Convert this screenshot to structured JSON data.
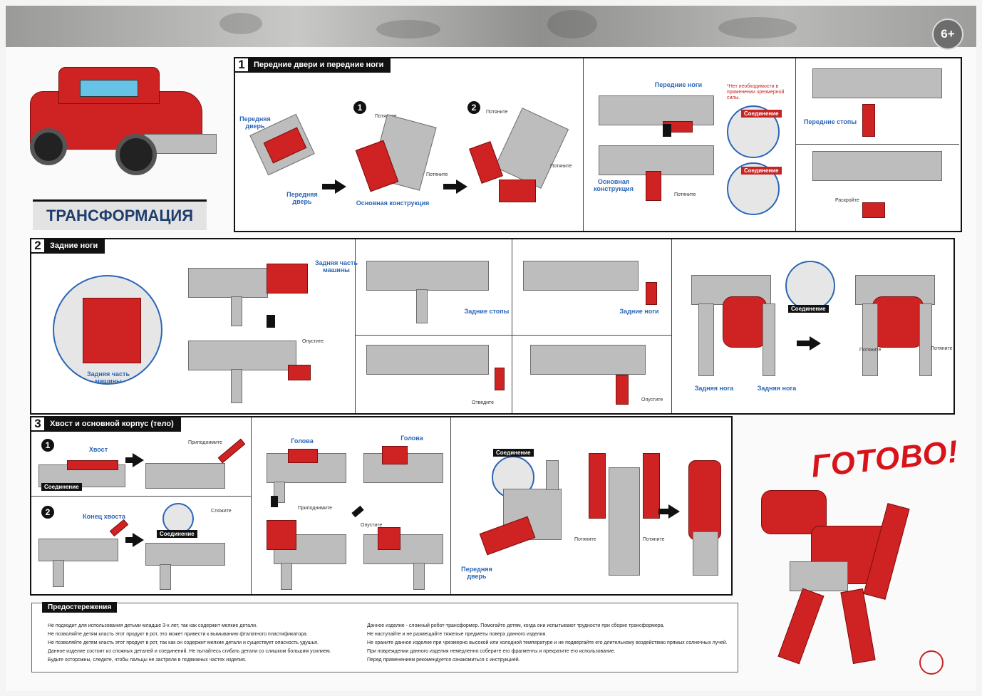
{
  "age_badge": "6+",
  "title": "ТРАНСФОРМАЦИЯ",
  "ready": "ГОТОВО!",
  "step1": {
    "num": "1",
    "title": "Передние двери и передние ноги",
    "labels": {
      "front_door_a": "Передняя дверь",
      "front_door_b": "Передняя дверь",
      "main_structure": "Основная конструкция",
      "pull_1": "Потяните",
      "pull_2": "Потяните",
      "pull_3": "Потяните",
      "pull_4": "Потяните",
      "front_legs": "Передние ноги",
      "note": "*Нет необходимости в применении чрезмерной силы.",
      "connection_1": "Соединение",
      "connection_2": "Соединение",
      "main_structure_2": "Основная конструкция",
      "pull_5": "Потяните",
      "front_feet": "Передние стопы",
      "unfold": "Раскройте"
    },
    "badges": [
      "1",
      "2"
    ]
  },
  "step2": {
    "num": "2",
    "title": "Задние ноги",
    "labels": {
      "rear_part_a": "Задняя часть машины",
      "rear_part_b": "Задняя часть машины",
      "lower": "Опустите",
      "rear_feet": "Задние стопы",
      "move_aside": "Отведите",
      "rear_legs": "Задние ноги",
      "lower_2": "Опустите",
      "connection": "Соединение",
      "pull_a": "Потяните",
      "pull_b": "Потяните",
      "rear_leg_a": "Задняя нога",
      "rear_leg_b": "Задняя нога"
    }
  },
  "step3": {
    "num": "3",
    "title": "Хвост и основной корпус (тело)",
    "badges": [
      "1",
      "2"
    ],
    "labels": {
      "tail": "Хвост",
      "connection_1": "Соединение",
      "lift": "Приподнимите",
      "tail_end": "Конец хвоста",
      "connection_2": "Соединение",
      "fold": "Сложите",
      "head_1": "Голова",
      "head_2": "Голова",
      "lift_2": "Приподнимите",
      "lower": "Опустите",
      "connection_3": "Соединение",
      "front_door": "Передняя дверь",
      "pull_a": "Потяните",
      "pull_b": "Потяните"
    }
  },
  "warnings": {
    "title": "Предостережения",
    "left": [
      "Не подходит для использования детьми младше 3-х лет, так как содержит мелкие детали.",
      "Не позволяйте детям класть этот продукт в рот, это может привести к вымыванию фталатного пластификатора.",
      "Не позволяйте детям класть этот продукт в рот, так как он содержит мелкие детали и существует опасность удушья.",
      "Данное изделие состоит из сложных деталей и соединений. Не пытайтесь сгибать детали со слишком большим усилием.",
      "Будьте осторожны, следите, чтобы пальцы не застряли в подвижных частях изделия."
    ],
    "right": [
      "Данное изделие - сложный робот-трансформер. Помогайте детям, когда они испытывают трудности при сборке трансформера.",
      "Не наступайте и не размещайте тяжелые предметы поверх данного изделия.",
      "Не храните данное изделие при чрезмерно высокой или холодной температуре и не подвергайте его длительному воздействию прямых солнечных лучей.",
      "При повреждении данного изделия немедленно соберите его фрагменты и прекратите его использование.",
      "Перед применением рекомендуется ознакомиться с инструкцией."
    ]
  },
  "colors": {
    "accent_red": "#cf2222",
    "label_blue": "#2b66b7",
    "title_navy": "#1f3e6c"
  }
}
